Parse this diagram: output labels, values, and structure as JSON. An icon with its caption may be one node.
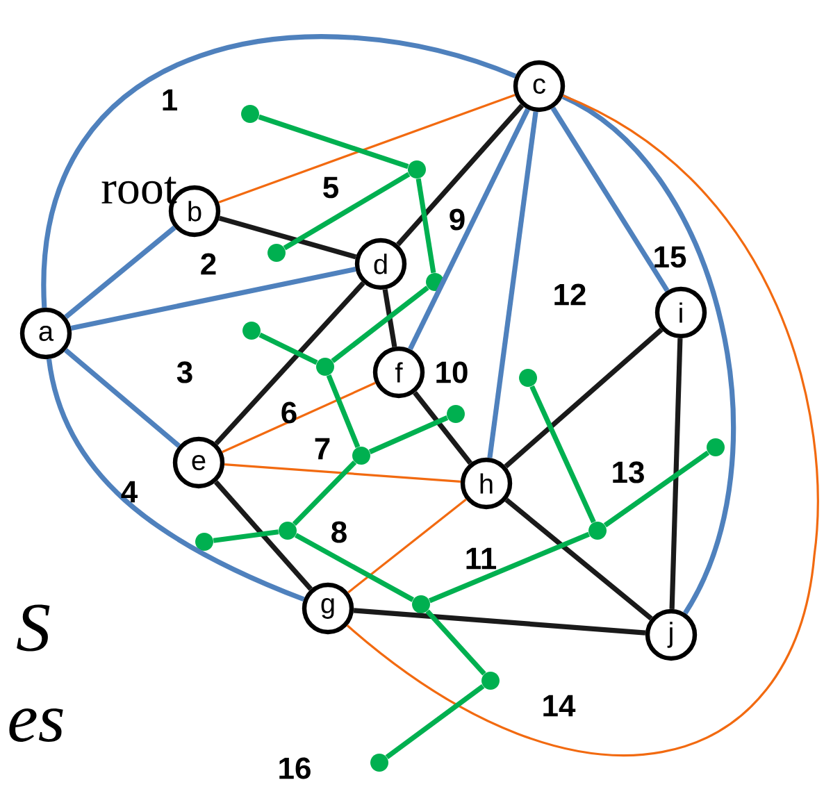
{
  "diagram": {
    "nodes": [
      {
        "text": [
          "a"
        ]
      },
      {
        "text": [
          "b"
        ]
      },
      {
        "text": [
          "c"
        ]
      },
      {
        "text": [
          "d"
        ]
      },
      {
        "text": [
          "e"
        ]
      },
      {
        "text": [
          "f"
        ]
      },
      {
        "text": [
          "g"
        ]
      },
      {
        "text": [
          "h"
        ]
      },
      {
        "text": [
          "i"
        ]
      },
      {
        "text": [
          "j"
        ]
      },
      {
        "text": [],
        "shape": "circle"
      },
      {
        "text": [],
        "shape": "circle"
      },
      {
        "text": [],
        "shape": "circle"
      },
      {
        "text": [],
        "shape": "circle"
      },
      {
        "text": [],
        "shape": "circle"
      },
      {
        "text": [],
        "shape": "circle"
      },
      {
        "text": [],
        "shape": "circle"
      },
      {
        "text": [],
        "shape": "circle"
      },
      {
        "text": [],
        "shape": "circle"
      },
      {
        "text": [],
        "shape": "circle"
      },
      {
        "text": [],
        "shape": "circle"
      },
      {
        "text": [],
        "shape": "circle"
      },
      {
        "text": [],
        "shape": "circle"
      },
      {
        "text": [],
        "shape": "circle"
      },
      {
        "text": [],
        "shape": "circle"
      },
      {
        "text": [],
        "shape": "circle"
      }
    ],
    "edges": [
      {
        "from": 0,
        "to": 2,
        "arrow": "none",
        "color": "#4f81bd"
      },
      {
        "from": 0,
        "to": 1,
        "arrow": "none",
        "color": "#4f81bd"
      },
      {
        "from": 0,
        "to": 3,
        "arrow": "none",
        "color": "#4f81bd"
      },
      {
        "from": 0,
        "to": 4,
        "arrow": "none",
        "color": "#4f81bd"
      },
      {
        "from": 0,
        "to": 6,
        "arrow": "none",
        "color": "#4f81bd"
      },
      {
        "from": 1,
        "to": 3,
        "arrow": "none",
        "color": "#1a1a1a"
      },
      {
        "from": 2,
        "to": 3,
        "arrow": "none",
        "color": "#1a1a1a"
      },
      {
        "from": 3,
        "to": 4,
        "arrow": "none",
        "color": "#1a1a1a"
      },
      {
        "from": 3,
        "to": 5,
        "arrow": "none",
        "color": "#1a1a1a"
      },
      {
        "from": 5,
        "to": 7,
        "arrow": "none",
        "color": "#1a1a1a"
      },
      {
        "from": 4,
        "to": 6,
        "arrow": "none",
        "color": "#1a1a1a"
      },
      {
        "from": 6,
        "to": 9,
        "arrow": "none",
        "color": "#1a1a1a"
      },
      {
        "from": 7,
        "to": 9,
        "arrow": "none",
        "color": "#1a1a1a"
      },
      {
        "from": 7,
        "to": 8,
        "arrow": "none",
        "color": "#1a1a1a"
      },
      {
        "from": 8,
        "to": 9,
        "arrow": "none",
        "color": "#1a1a1a"
      },
      {
        "from": 2,
        "to": 5,
        "arrow": "none",
        "color": "#4f81bd"
      },
      {
        "from": 2,
        "to": 7,
        "arrow": "none",
        "color": "#4f81bd"
      },
      {
        "from": 2,
        "to": 8,
        "arrow": "none",
        "color": "#4f81bd"
      },
      {
        "from": 2,
        "to": 9,
        "arrow": "none",
        "color": "#4f81bd"
      },
      {
        "from": 1,
        "to": 2,
        "arrow": "none",
        "color": "#f26a10"
      },
      {
        "from": 2,
        "to": 6,
        "arrow": "none",
        "color": "#f26a10"
      },
      {
        "from": 4,
        "to": 5,
        "arrow": "none",
        "color": "#f26a10"
      },
      {
        "from": 4,
        "to": 7,
        "arrow": "none",
        "color": "#f26a10"
      },
      {
        "from": 6,
        "to": 7,
        "arrow": "none",
        "color": "#f26a10"
      },
      {
        "from": 10,
        "to": 11,
        "arrow": "none",
        "color": "#00b050"
      },
      {
        "from": 11,
        "to": 12,
        "arrow": "none",
        "color": "#00b050"
      },
      {
        "from": 11,
        "to": 13,
        "arrow": "none",
        "color": "#00b050"
      },
      {
        "from": 13,
        "to": 15,
        "arrow": "none",
        "color": "#00b050"
      },
      {
        "from": 14,
        "to": 15,
        "arrow": "none",
        "color": "#00b050"
      },
      {
        "from": 15,
        "to": 16,
        "arrow": "none",
        "color": "#00b050"
      },
      {
        "from": 16,
        "to": 17,
        "arrow": "none",
        "color": "#00b050"
      },
      {
        "from": 16,
        "to": 19,
        "arrow": "none",
        "color": "#00b050"
      },
      {
        "from": 18,
        "to": 19,
        "arrow": "none",
        "color": "#00b050"
      },
      {
        "from": 19,
        "to": 20,
        "arrow": "none",
        "color": "#00b050"
      },
      {
        "from": 20,
        "to": 22,
        "arrow": "none",
        "color": "#00b050"
      },
      {
        "from": 21,
        "to": 22,
        "arrow": "none",
        "color": "#00b050"
      },
      {
        "from": 22,
        "to": 23,
        "arrow": "none",
        "color": "#00b050"
      },
      {
        "from": 20,
        "to": 24,
        "arrow": "none",
        "color": "#00b050"
      },
      {
        "from": 24,
        "to": 25,
        "arrow": "none",
        "color": "#00b050"
      }
    ],
    "labels": [
      "1",
      "root",
      "5",
      "9",
      "2",
      "15",
      "12",
      "3",
      "10",
      "6",
      "7",
      "13",
      "4",
      "8",
      "11",
      "14",
      "16",
      "S",
      "es"
    ]
  }
}
